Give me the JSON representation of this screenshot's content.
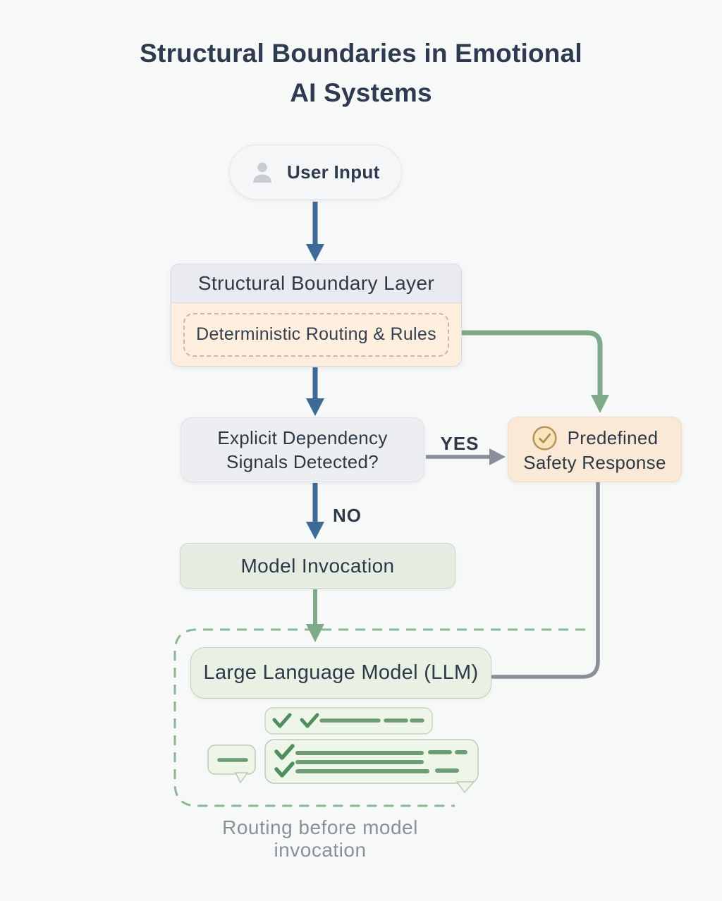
{
  "title": {
    "line1": "Structural Boundaries in Emotional",
    "line2": "AI Systems"
  },
  "nodes": {
    "user_input": {
      "label": "User Input",
      "icon": "user-icon"
    },
    "boundary_layer": {
      "title": "Structural Boundary Layer",
      "rule": "Deterministic Routing & Rules"
    },
    "decision": {
      "line1": "Explicit Dependency",
      "line2": "Signals Detected?"
    },
    "safety_response": {
      "line1": "Predefined",
      "line2": "Safety Response",
      "icon": "check-circle-icon"
    },
    "model_invocation": {
      "label": "Model Invocation"
    },
    "llm": {
      "label": "Large Language Model (LLM)"
    }
  },
  "edges": {
    "yes": "YES",
    "no": "NO"
  },
  "caption": "Routing before model invocation",
  "colors": {
    "background": "#f7f8f8",
    "heading": "#2d3a4f",
    "arrow_blue": "#3c6b97",
    "arrow_green": "#7fa988",
    "arrow_gray": "#8a9099",
    "boundary_header_bg": "#e9ebf1",
    "boundary_rule_bg": "#fdeedd",
    "safety_bg": "#fbe9d7",
    "gold_icon": "#b7945c",
    "model_bg": "#e5ece1",
    "llm_bg": "#e9f1e5",
    "dashed_container_green": "#8cb794",
    "caption_gray": "#8b9199"
  }
}
